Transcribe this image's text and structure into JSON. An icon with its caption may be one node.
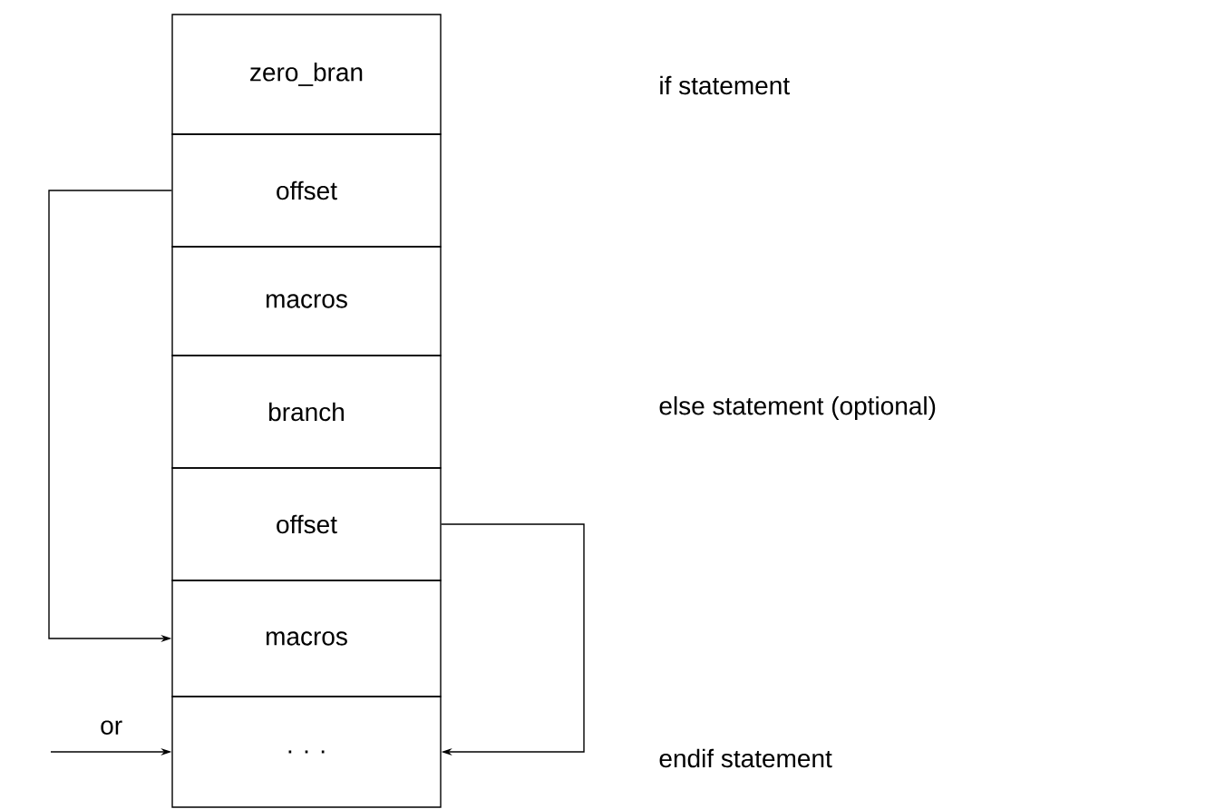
{
  "diagram": {
    "nodes": [
      {
        "text": [
          "zero_bran"
        ]
      },
      {
        "text": [
          "offset"
        ]
      },
      {
        "text": [
          "macros"
        ]
      },
      {
        "text": [
          "branch"
        ]
      },
      {
        "text": [
          "offset"
        ]
      },
      {
        "text": [
          "macros"
        ]
      },
      {
        "text": [
          ". . ."
        ]
      }
    ],
    "edges": [
      {
        "from": 1,
        "to": 5,
        "arrow": "to"
      },
      {
        "from": null,
        "to": 6,
        "arrow": "to",
        "label": "or"
      },
      {
        "from": 4,
        "to": 6,
        "arrow": "to"
      }
    ],
    "labels": [
      "if statement",
      "else statement (optional)",
      "endif statement"
    ]
  }
}
